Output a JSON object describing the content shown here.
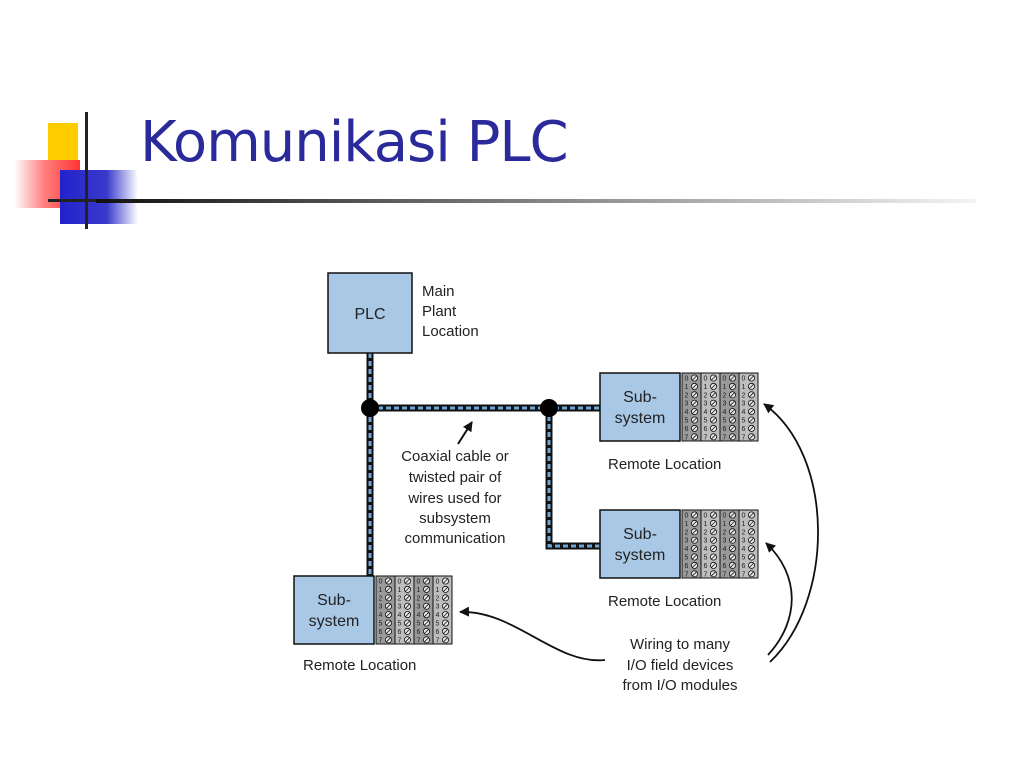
{
  "slide": {
    "title": "Komunikasi PLC"
  },
  "diagram": {
    "plc_label": "PLC",
    "main_location": [
      "Main",
      "Plant",
      "Location"
    ],
    "subsystem_label": [
      "Sub-",
      "system"
    ],
    "remote_location_label": "Remote Location",
    "cable_note": [
      "Coaxial cable or",
      "twisted pair of",
      "wires used for",
      "subsystem",
      "communication"
    ],
    "wiring_note": [
      "Wiring to many",
      "I/O field devices",
      "from I/O modules"
    ],
    "terminal_numbers": [
      "0",
      "1",
      "2",
      "3",
      "4",
      "5",
      "6",
      "7"
    ],
    "colors": {
      "box_fill": "#a9c8e6",
      "title_color": "#2a2a9a",
      "cable_color": "#2255aa",
      "terminal_fill": "#9a9a9a"
    }
  }
}
